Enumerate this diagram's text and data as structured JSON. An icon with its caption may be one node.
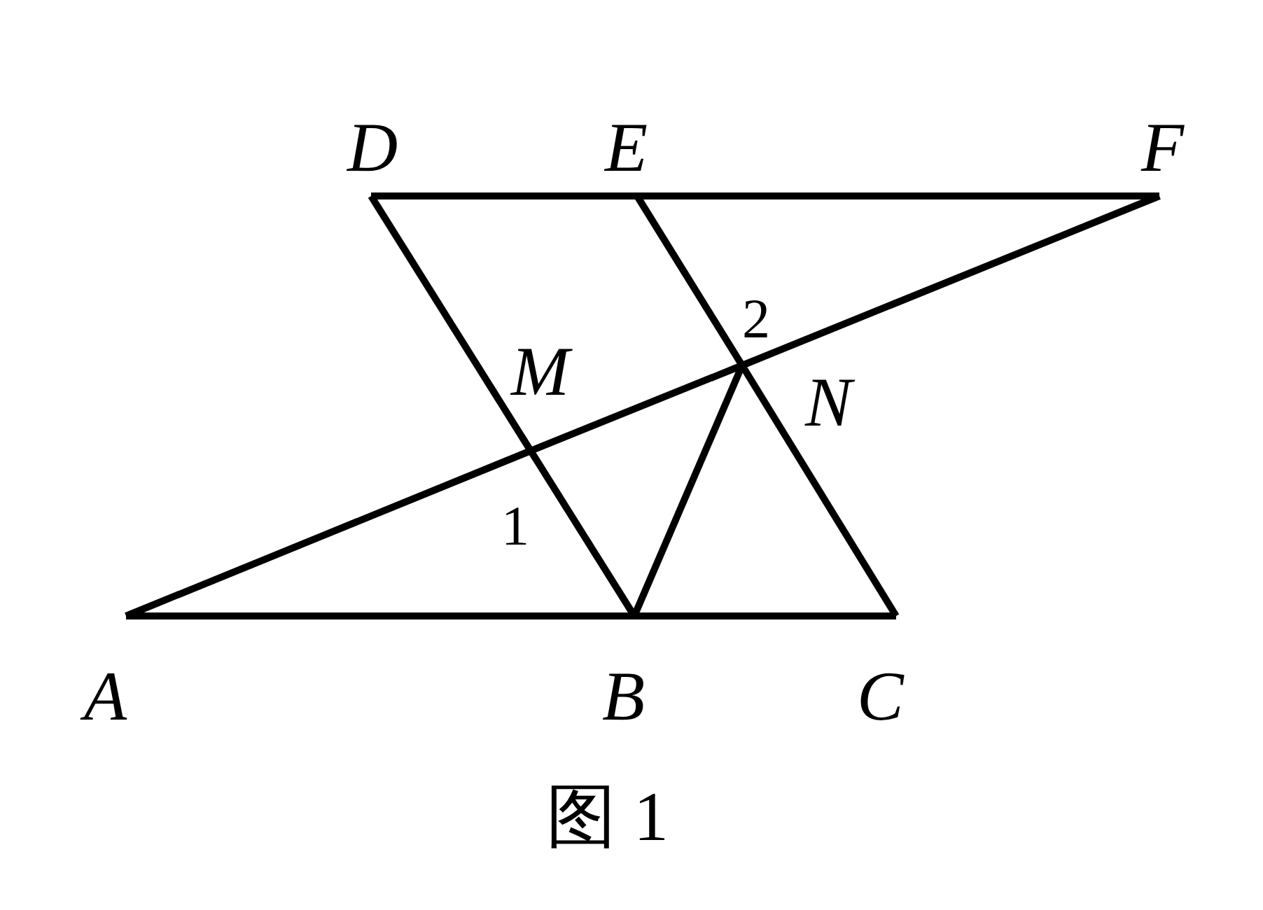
{
  "diagram": {
    "caption": "图 1",
    "nodes": [
      {
        "text": [
          "D"
        ]
      },
      {
        "text": [
          "E"
        ]
      },
      {
        "text": [
          "F"
        ]
      },
      {
        "text": [
          "M"
        ]
      },
      {
        "text": [
          "N"
        ]
      },
      {
        "text": [
          "A"
        ]
      },
      {
        "text": [
          "B"
        ]
      },
      {
        "text": [
          "C"
        ]
      }
    ],
    "edges": [
      {
        "from": 0,
        "to": 1,
        "arrow": "none"
      },
      {
        "from": 1,
        "to": 2,
        "arrow": "none"
      },
      {
        "from": 0,
        "to": 3,
        "arrow": "none"
      },
      {
        "from": 3,
        "to": 6,
        "arrow": "none"
      },
      {
        "from": 1,
        "to": 4,
        "arrow": "none"
      },
      {
        "from": 4,
        "to": 7,
        "arrow": "none"
      },
      {
        "from": 5,
        "to": 3,
        "arrow": "none"
      },
      {
        "from": 3,
        "to": 4,
        "arrow": "none"
      },
      {
        "from": 4,
        "to": 2,
        "arrow": "none"
      },
      {
        "from": 6,
        "to": 4,
        "arrow": "none"
      },
      {
        "from": 5,
        "to": 6,
        "arrow": "none"
      },
      {
        "from": 6,
        "to": 7,
        "arrow": "none"
      }
    ],
    "labels": [
      "2",
      "1"
    ]
  }
}
